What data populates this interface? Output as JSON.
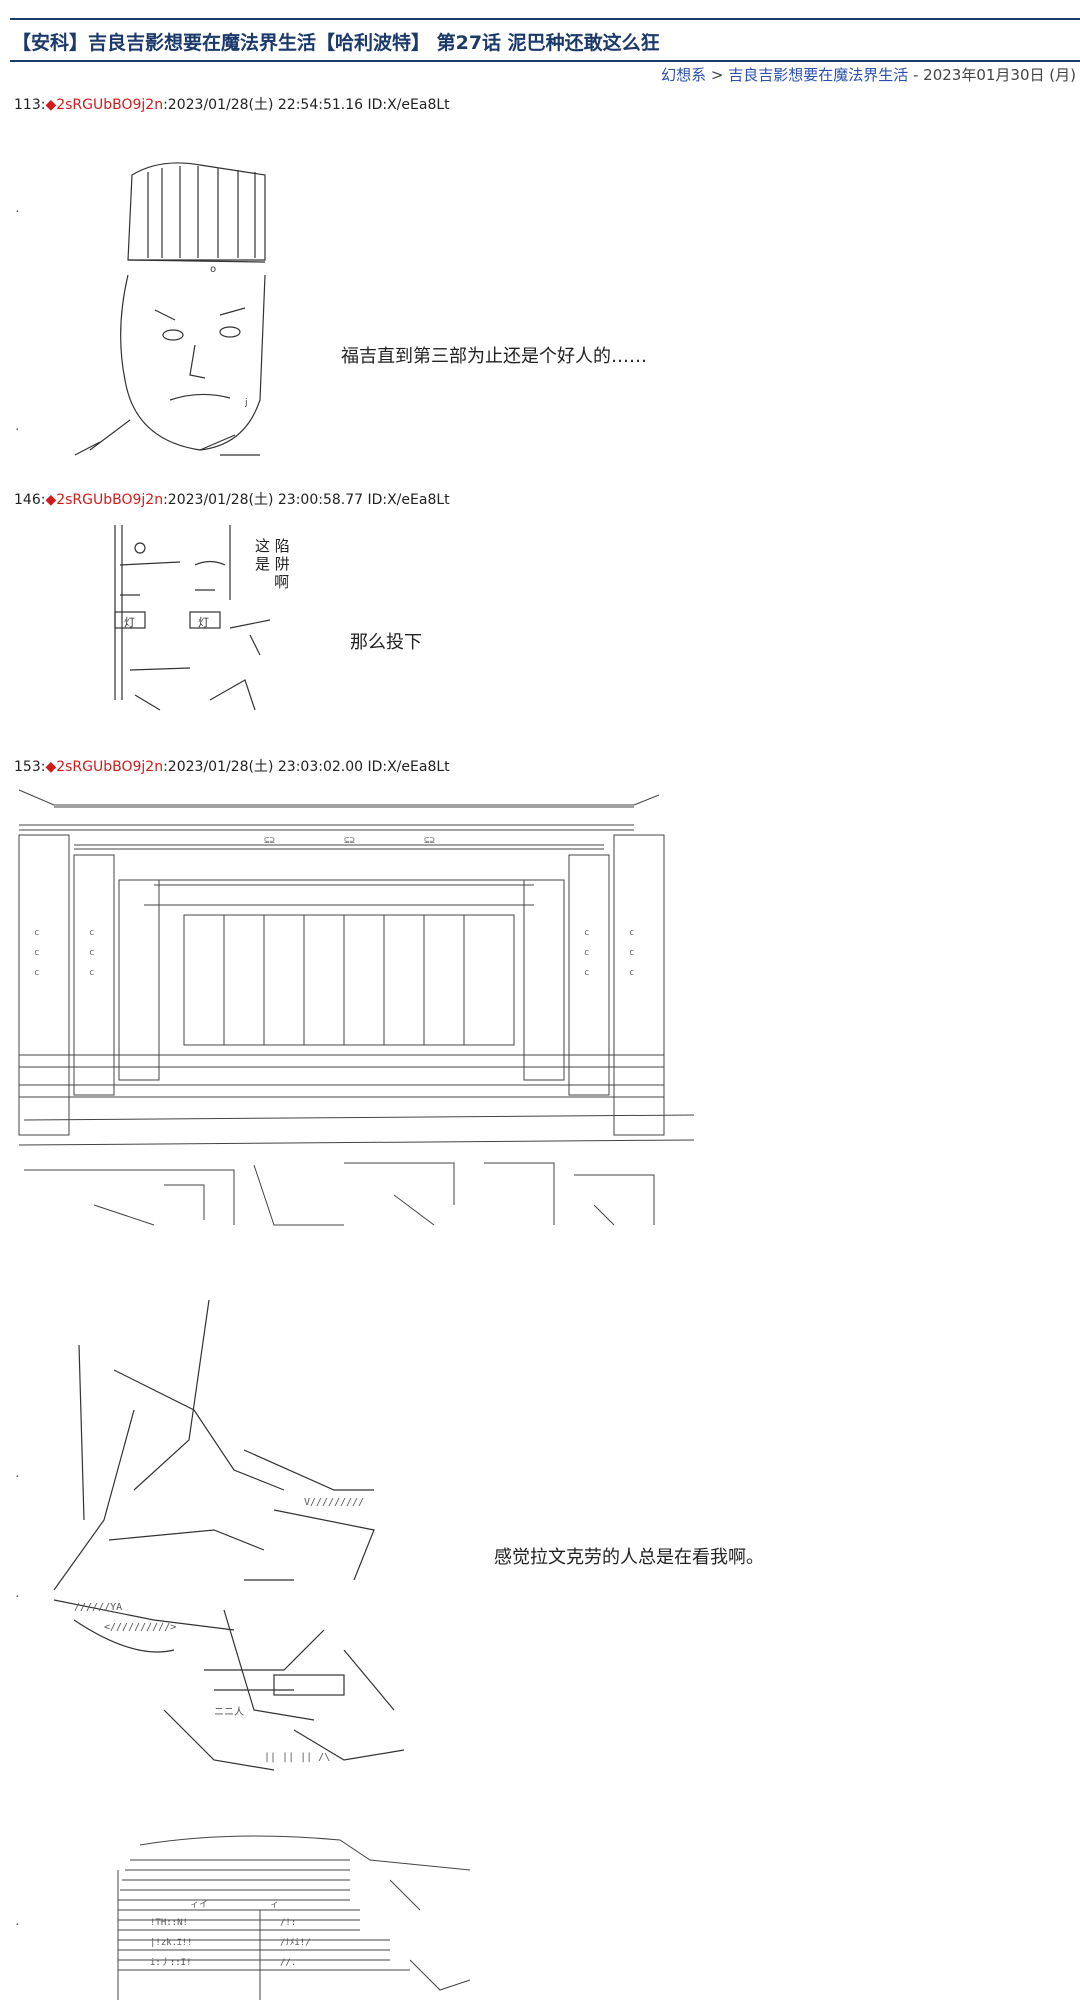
{
  "title": "【安科】吉良吉影想要在魔法界生活【哈利波特】 第27话 泥巴种还敢这么狂",
  "breadcrumb": {
    "category": "幻想系",
    "separator": " > ",
    "series": "吉良吉影想要在魔法界生活",
    "date": " - 2023年01月30日 (月)"
  },
  "posts": [
    {
      "number": "113",
      "colon": ":",
      "trip": "◆2sRGUbBO9j2n",
      "meta": ":2023/01/28(土) 22:54:51.16 ID:X/eEa8Lt",
      "caption": "福吉直到第三部为止还是个好人的……"
    },
    {
      "number": "146",
      "colon": ":",
      "trip": "◆2sRGUbBO9j2n",
      "meta": ":2023/01/28(土) 23:00:58.77 ID:X/eEa8Lt",
      "side_text": "这 陷\n是 阱\n    啊",
      "caption": "那么投下"
    },
    {
      "number": "153",
      "colon": ":",
      "trip": "◆2sRGUbBO9j2n",
      "meta": ":2023/01/28(土) 23:03:02.00 ID:X/eEa8Lt",
      "caption": "感觉拉文克劳的人总是在看我啊。"
    }
  ],
  "colors": {
    "title": "#1b3a6b",
    "trip": "#d11c1c",
    "link": "#2a4fb0"
  }
}
